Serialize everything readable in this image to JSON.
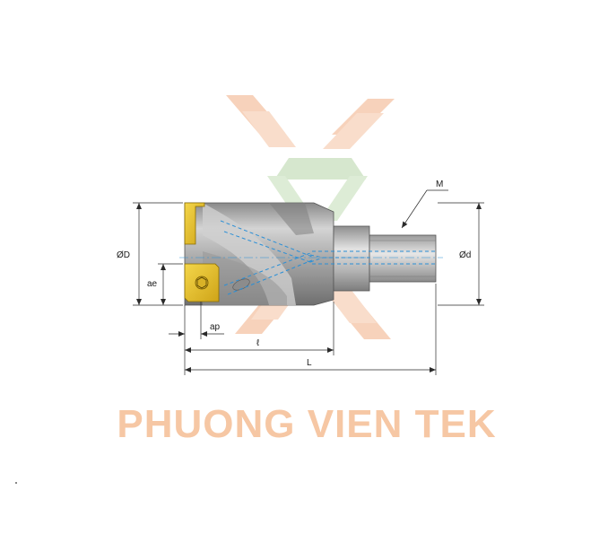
{
  "watermark": {
    "text": "PHUONG VIEN TEK",
    "text_color": "#f6c7a4",
    "arrow_color": "#f6cbb0",
    "arrow_green": "#cfe3c6"
  },
  "labels": {
    "outer_diameter": "ØD",
    "shank_diameter": "Ød",
    "thread": "M",
    "radial_engagement": "ae",
    "axial_depth": "ap",
    "head_length": "ℓ",
    "total_length": "L"
  },
  "colors": {
    "insert_gold": "#e9c32a",
    "body_gray": "#b3b3b3",
    "coolant_blue": "#2b8fd6",
    "dimension_line": "#2a2a2a"
  }
}
